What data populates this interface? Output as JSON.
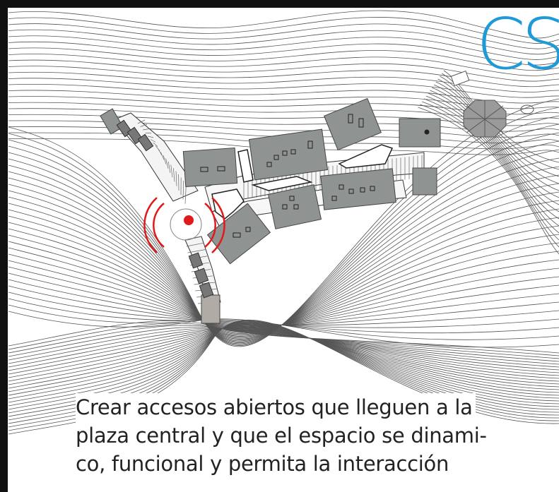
{
  "logo": {
    "text": "CS",
    "color": "#1f9ad6"
  },
  "caption": {
    "line1": "Crear accesos abiertos que lleguen a la",
    "line2": "plaza central y que el espacio se dinami-",
    "line3": "co, funcional y permita la interacción"
  },
  "colors": {
    "building": "#8f9493",
    "building_stroke": "#444444",
    "contour": "#555555",
    "highlight": "#e01a1a",
    "frame": "#111111"
  }
}
